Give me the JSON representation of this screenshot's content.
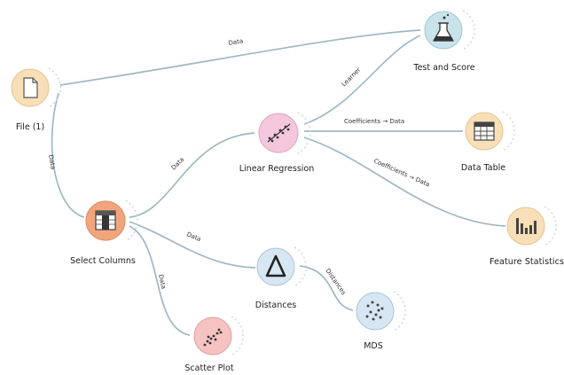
{
  "colors": {
    "data_node": "#f9dfb8",
    "transform_node": "#f2a57c",
    "visualize_node": "#f6c2c2",
    "model_node": "#f4c7dc",
    "evaluate_node": "#c8e4ea",
    "unsupervised_node": "#d6e6f3",
    "link": "#9fb8c4"
  },
  "nodes": {
    "file": {
      "label": "File (1)",
      "icon": "file-icon"
    },
    "select_columns": {
      "label": "Select Columns",
      "icon": "table-columns-icon"
    },
    "scatter_plot": {
      "label": "Scatter Plot",
      "icon": "scatter-plot-icon"
    },
    "distances": {
      "label": "Distances",
      "icon": "delta-icon"
    },
    "mds": {
      "label": "MDS",
      "icon": "mds-icon"
    },
    "linear_regression": {
      "label": "Linear Regression",
      "icon": "regression-icon"
    },
    "test_and_score": {
      "label": "Test and Score",
      "icon": "flask-icon"
    },
    "data_table": {
      "label": "Data Table",
      "icon": "data-table-icon"
    },
    "feature_statistics": {
      "label": "Feature Statistics",
      "icon": "bar-chart-icon"
    }
  },
  "links": {
    "file_test": "Data",
    "file_select": "Data",
    "select_regression": "Data",
    "select_distances": "Data",
    "select_scatter": "Data",
    "distances_mds": "Distances",
    "regression_test": "Learner",
    "regression_table": "Coefficients → Data",
    "regression_stats": "Coefficients → Data"
  }
}
